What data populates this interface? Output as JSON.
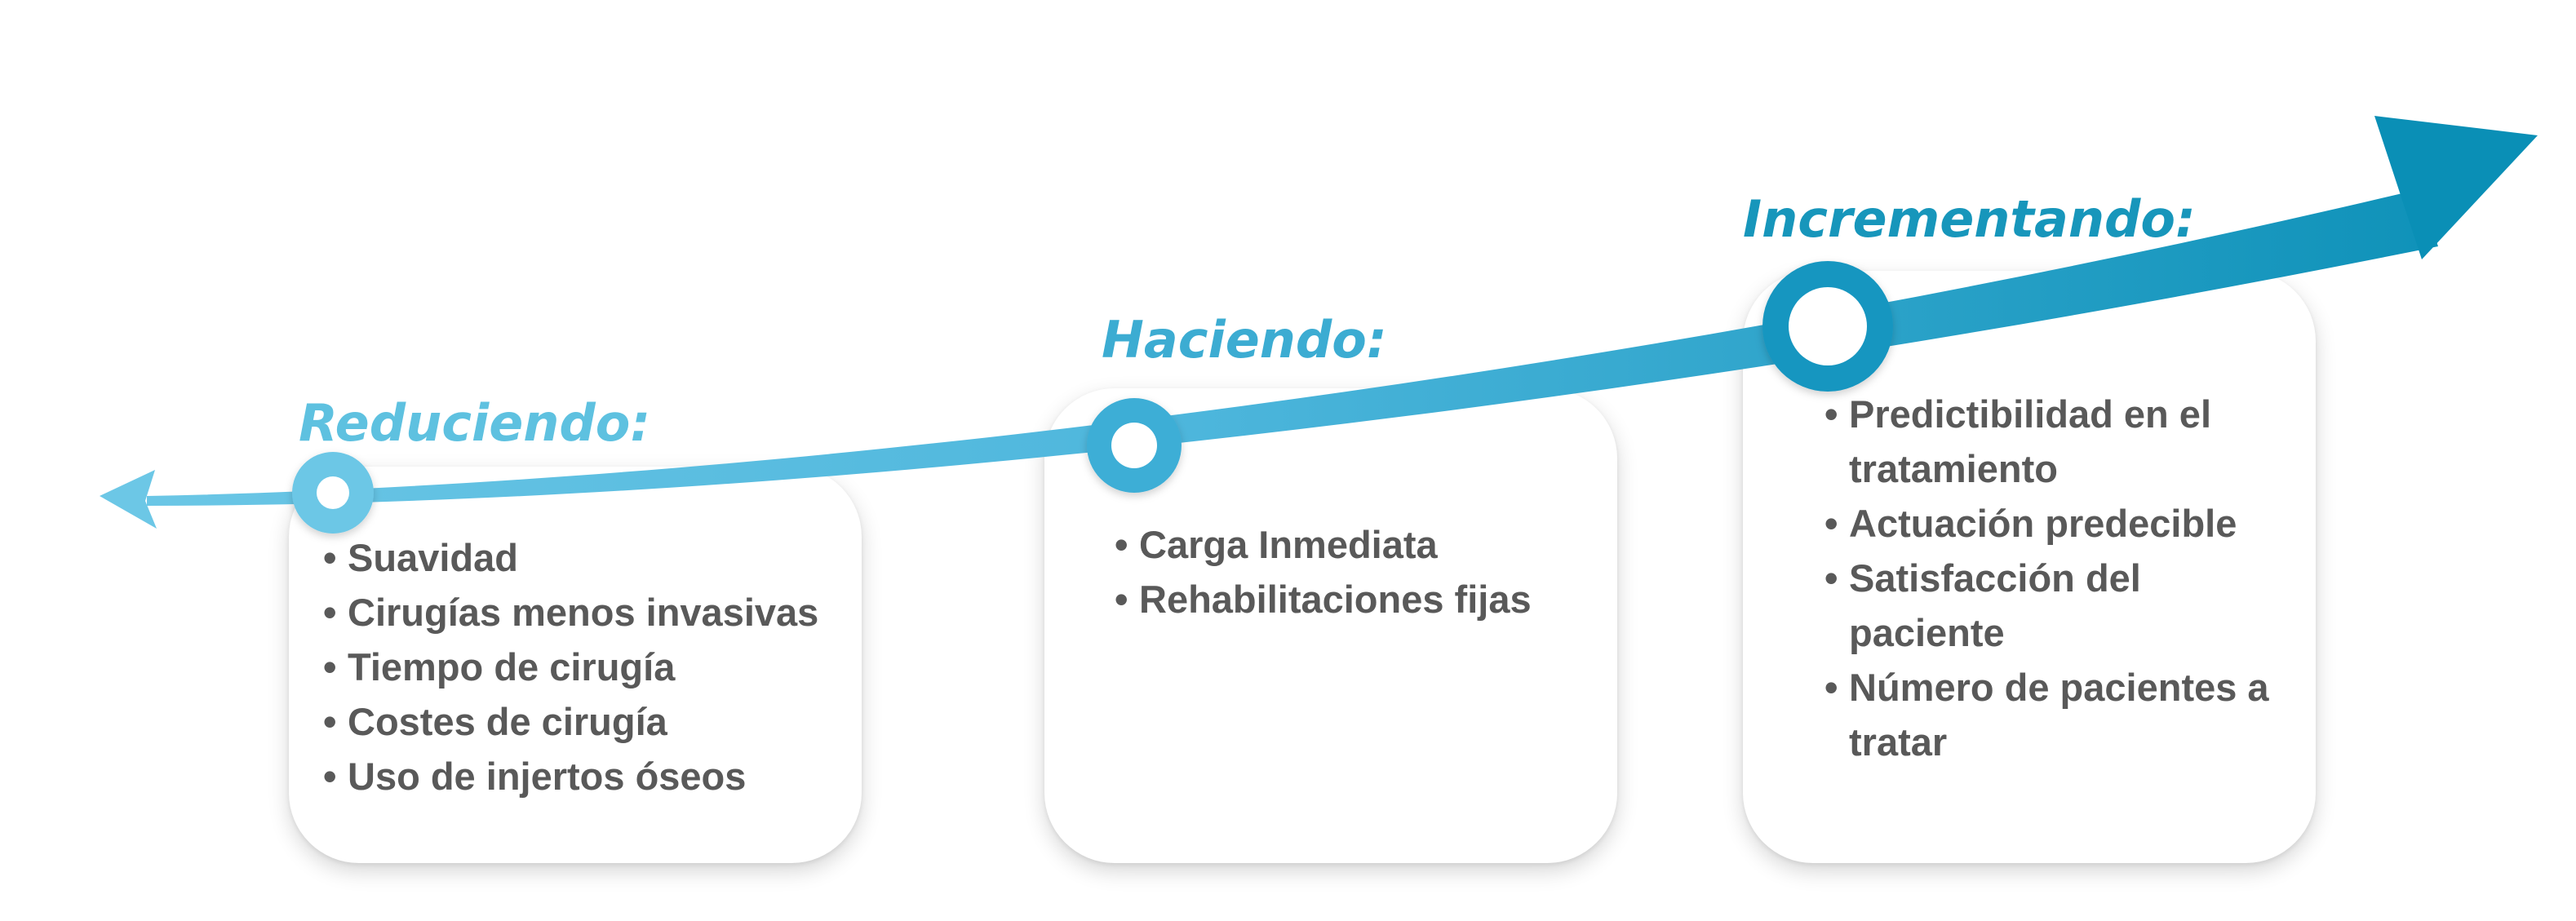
{
  "stages": [
    {
      "heading": "Reduciendo:",
      "items": [
        "Suavidad",
        "Cirugías menos invasivas",
        "Tiempo de cirugía",
        "Costes de cirugía",
        "Uso de injertos óseos"
      ]
    },
    {
      "heading": "Haciendo:",
      "items": [
        "Carga Inmediata",
        "Rehabilitaciones fijas"
      ]
    },
    {
      "heading": "Incrementando:",
      "items": [
        "Predictibilidad en el tratamiento",
        "Actuación predecible",
        "Satisfacción del paciente",
        "Número de pacientes a tratar"
      ]
    }
  ],
  "bullet_glyph": "•",
  "colors": {
    "arrow_light": "#6cc7e6",
    "arrow_dark": "#0a8fb6",
    "text_gray": "#595959",
    "heading_1": "#5ec1e0",
    "heading_2": "#3cacd2",
    "heading_3": "#1796bb"
  }
}
